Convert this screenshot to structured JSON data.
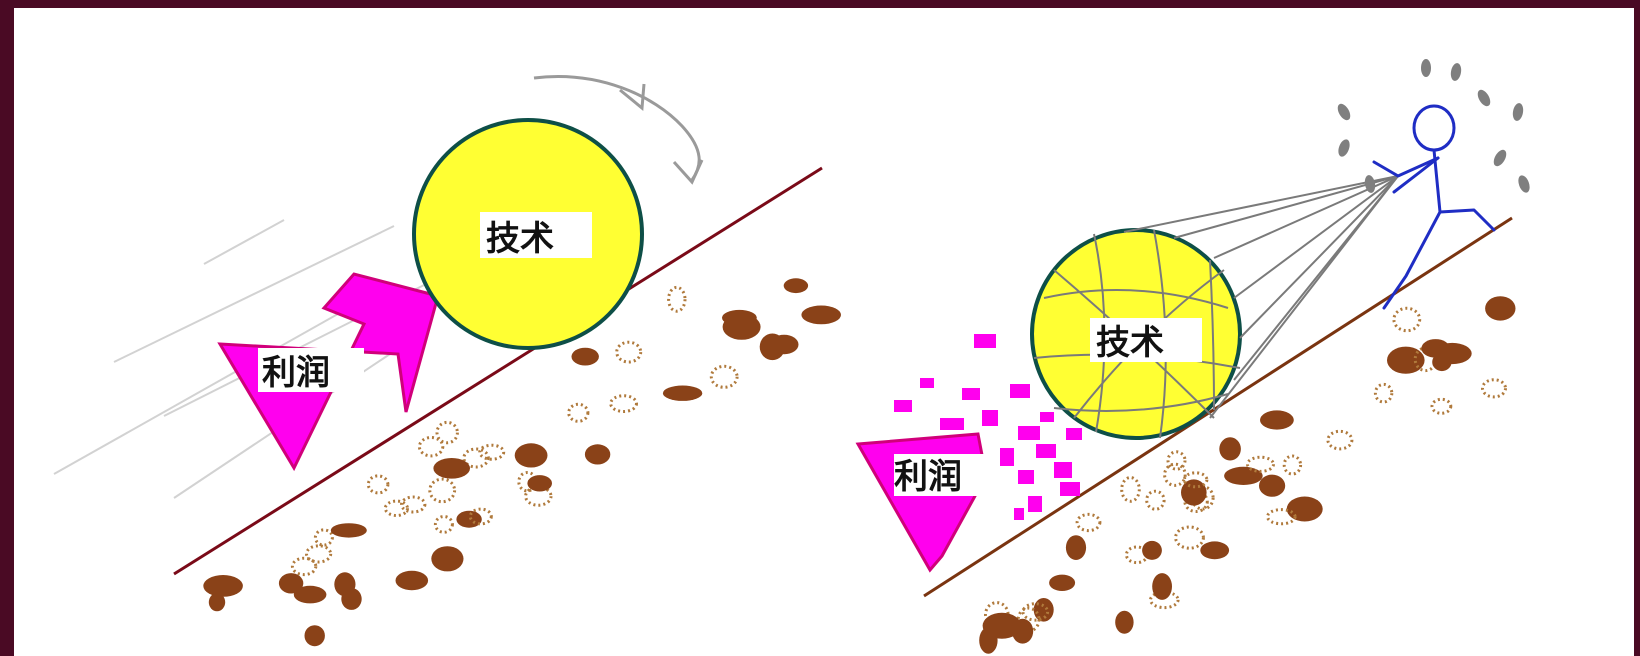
{
  "colors": {
    "frame": "#4a0a24",
    "panel": "#ffffff",
    "ball_fill": "#ffff33",
    "ball_stroke": "#0e4f47",
    "arrow_fill": "#ff00ee",
    "arrow_stroke": "#d0007a",
    "slope_line": "#7a0a18",
    "slope_line_right": "#7a3410",
    "rock": "#8a4218",
    "gravel": "#b07a3c",
    "motion_line": "#d2d2d2",
    "rotation_arrow": "#9a9a9a",
    "net": "#7a7a7a",
    "person": "#1f2dc4",
    "sweat": "#7f7f7f"
  },
  "left_scene": {
    "ball_label": "技术",
    "arrow_label": "利润"
  },
  "right_scene": {
    "ball_label": "技术",
    "arrow_label": "利润"
  },
  "icons": {
    "rotation": "curved-rotation-arrow-icon",
    "person": "stick-figure-icon"
  }
}
